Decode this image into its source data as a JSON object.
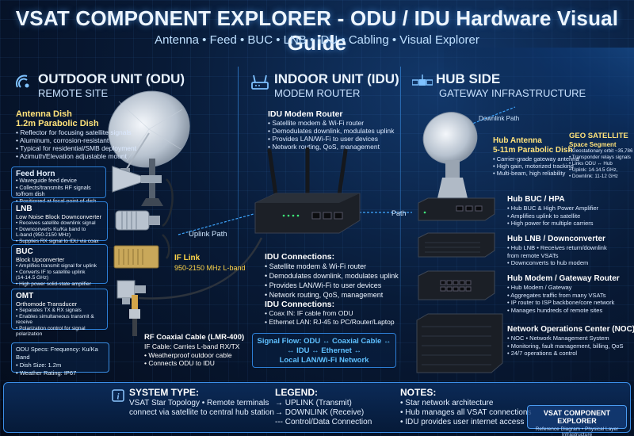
{
  "header": {
    "title": "VSAT COMPONENT EXPLORER - ODU / IDU Hardware Visual Guide",
    "subtitle": "Antenna • Feed • BUC • LNB • IDU • Cabling • Visual Explorer"
  },
  "odu": {
    "title": "OUTDOOR UNIT (ODU)",
    "sub": "REMOTE SITE",
    "dish_title": "Antenna Dish",
    "dish_sub": "1.2m Parabolic Dish",
    "dish_bullets": [
      "• Reflector for focusing satellite signals",
      "• Aluminum, corrosion-resistant",
      "• Typical for residential/SMB deployment",
      "• Azimuth/Elevation adjustable mount"
    ],
    "feed_title": "Feed Horn",
    "feed_bullets": [
      "• Waveguide feed device",
      "• Collects/transmits RF signals to/from dish",
      "• Positioned at focal point of dish"
    ],
    "lnb_title": "LNB",
    "lnb_sub": "Low Noise Block Downconverter",
    "lnb_bullets": [
      "• Receives satellite downlink signal",
      "• Downconverts Ku/Ka band to",
      "  L-band (950-2150 MHz)",
      "• Supplies RX signal to IDU via coax"
    ],
    "buc_title": "BUC",
    "buc_sub": "Block Upconverter",
    "buc_bullets": [
      "• Amplifies transmit signal for uplink",
      "• Converts IF to satellite uplink",
      "  (14-14.5 GHz)",
      "• High power solid-state amplifier"
    ],
    "omt_title": "OMT",
    "omt_sub": "Orthomode Transducer",
    "omt_bullets": [
      "• Separates TX & RX signals",
      "• Enables simultaneous transmit & receive",
      "• Polarization control for signal",
      "  polarization"
    ],
    "specs": [
      "ODU Specs: Frequency: Ku/Ka Band",
      "• Dish Size: 1.2m",
      "• Weather Rating: IP67"
    ],
    "uplink_path": "Uplink Path",
    "if_link_title": "IF Link",
    "if_link_sub": "950-2150 MHz L-band",
    "coax_title": "RF Coaxial Cable (LMR-400)",
    "coax_lines": [
      "IF Cable: Carries L-band RX/TX",
      "• Weatherproof outdoor cable",
      "• Connects ODU to IDU"
    ]
  },
  "idu": {
    "title": "INDOOR UNIT (IDU)",
    "sub": "MODEM ROUTER",
    "router_title": "IDU Modem Router",
    "router_bullets": [
      "• Satellite modem & Wi-Fi router",
      "• Demodulates downlink, modulates uplink",
      "• Provides LAN/Wi-Fi to user devices",
      "• Network routing, QoS, management"
    ],
    "path_label": "Path",
    "conn_title": "IDU Connections:",
    "conn_bullets": [
      "• Satellite modem & Wi-Fi router",
      "• Demodulates downlink, modulates uplink",
      "• Provides LAN/Wi-Fi to user devices",
      "• Network routing, QoS, management"
    ],
    "conn2_title": "IDU Connections:",
    "conn2_bullets": [
      "• Coax IN: IF cable from ODU",
      "• Ethernet LAN: RJ-45 to PC/Router/Laptop"
    ],
    "flow_lines": [
      "Signal Flow: ODU ↔ Coaxial Cable ↔",
      "↔ IDU ↔ Ethernet ↔",
      "Local LAN/Wi-Fi Network"
    ]
  },
  "hub": {
    "title": "HUB SIDE",
    "sub": "GATEWAY INFRASTRUCTURE",
    "downlink_path": "Downlink Path",
    "antenna_title": "Hub Antenna",
    "antenna_sub": "5-11m Parabolic Dish",
    "antenna_bullets": [
      "• Carrier-grade gateway antenna",
      "• High gain, motorized tracking",
      "• Multi-beam, high reliability"
    ],
    "geo_title": "GEO SATELLITE",
    "geo_sub": "Space Segment",
    "geo_bullets": [
      "• Geostationary orbit ~35,786 km",
      "• Transponder relays signals",
      "• Links ODU ↔ Hub",
      "• Uplink: 14-14.5 GHz,",
      "• Downlink: 11-12 GHz"
    ],
    "buc_title": "Hub BUC / HPA",
    "buc_bullets": [
      "• Hub BUC & High Power Amplifier",
      "• Amplifies uplink to satellite",
      "• High power for multiple carriers"
    ],
    "lnb_title": "Hub LNB / Downconverter",
    "lnb_bullets": [
      "• Hub LNB • Receives return/downlink",
      "  from remote VSATs",
      "• Downconverts to hub modem"
    ],
    "modem_title": "Hub Modem / Gateway Router",
    "modem_bullets": [
      "• Hub Modem / Gateway",
      "• Aggregates traffic from many VSATs",
      "• IP router to ISP backbone/core network",
      "• Manages hundreds of remote sites"
    ],
    "noc_title": "Network Operations Center (NOC)",
    "noc_bullets": [
      "• NOC • Network Management System",
      "• Monitoring, fault management, billing, QoS",
      "• 24/7 operations & control"
    ]
  },
  "footer": {
    "system_title": "SYSTEM TYPE:",
    "system_lines": [
      "VSAT Star Topology • Remote terminals",
      "connect via satellite to central hub station"
    ],
    "legend_title": "LEGEND:",
    "legend_lines": [
      "→ UPLINK (Transmit)",
      "→ DOWNLINK (Receive)",
      "--- Control/Data Connection"
    ],
    "notes_title": "NOTES:",
    "notes_lines": [
      "• Star network architecture",
      "• Hub manages all VSAT connections",
      "• IDU provides user internet access"
    ],
    "brand_title": "VSAT COMPONENT EXPLORER",
    "brand_sub": "Reference Diagram • Physical Layer Infrastructure"
  },
  "colors": {
    "accent": "#2d7fd6",
    "highlight": "#ffd54a",
    "uplink": "#3ea6ff",
    "background": "#081a36"
  }
}
